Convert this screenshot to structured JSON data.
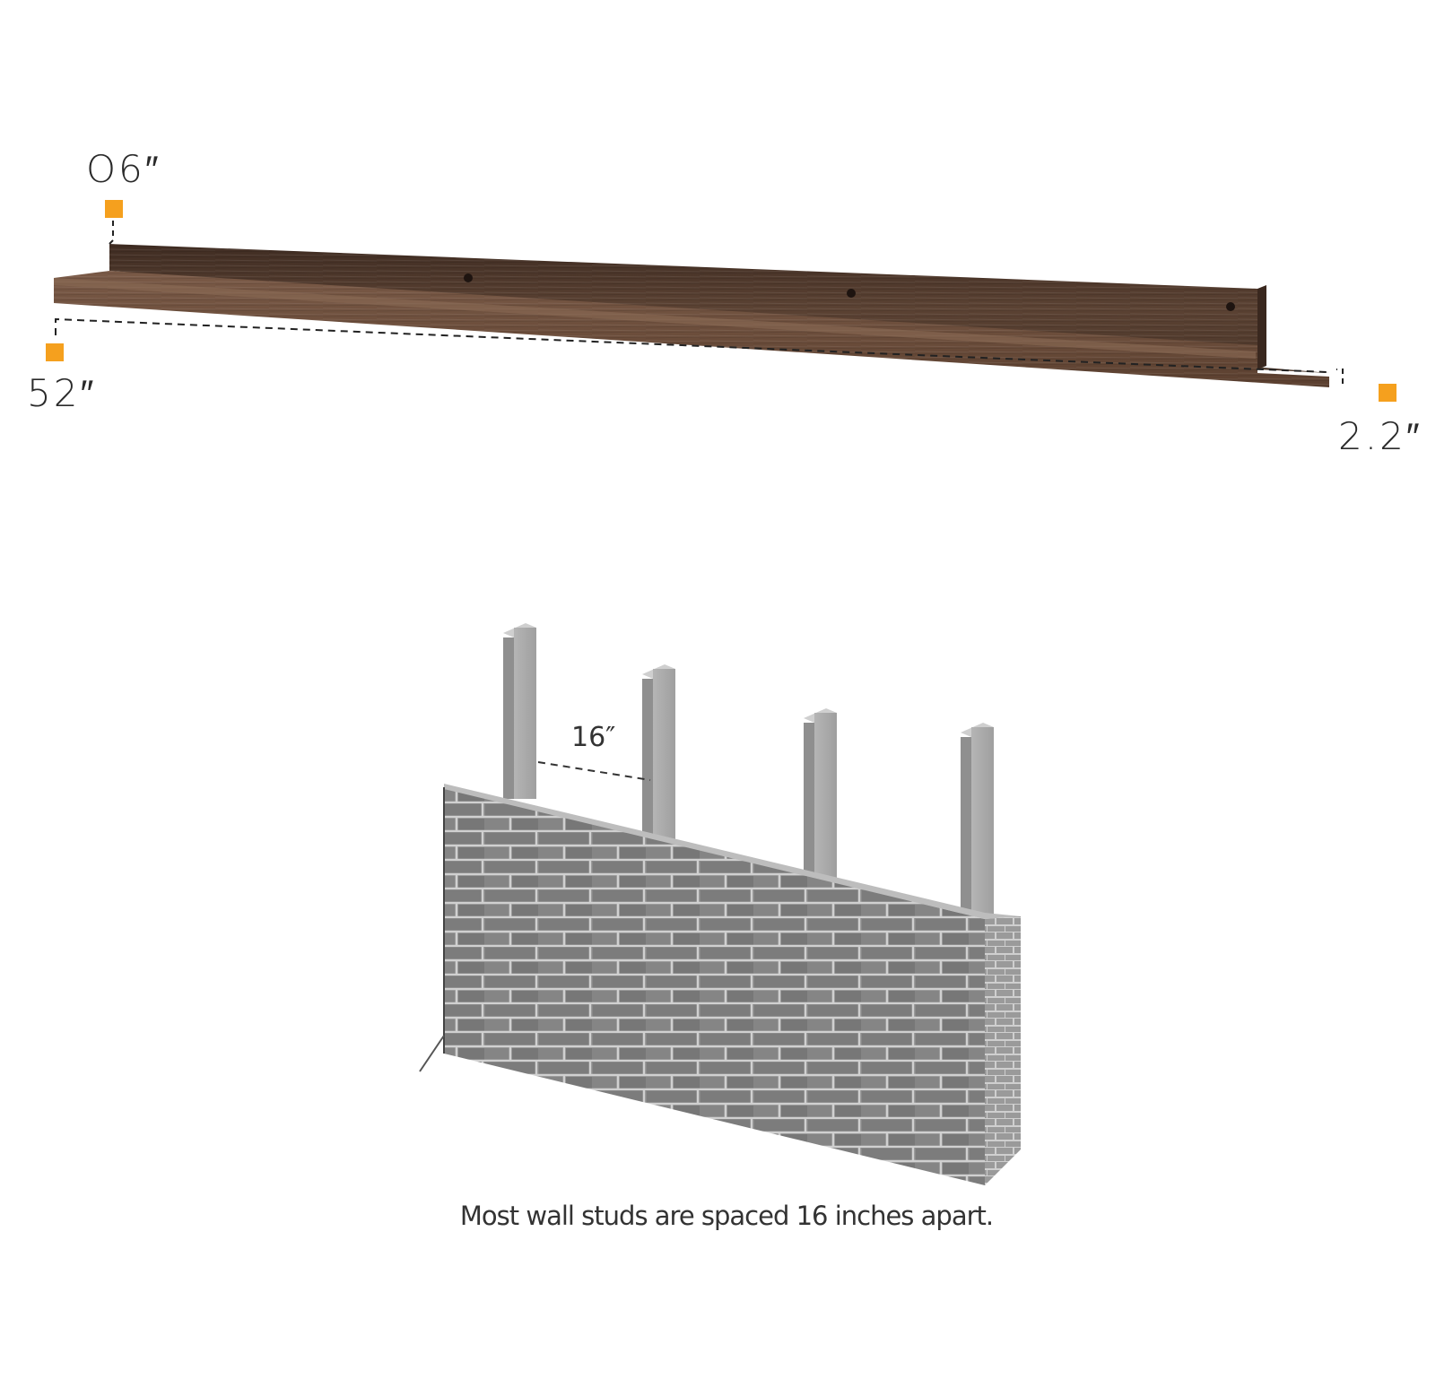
{
  "dimensions": {
    "thickness": "O6″",
    "length": "52″",
    "depth": "2.2″"
  },
  "stud_spacing_label": "16″",
  "caption": "Most wall studs are spaced 16 inches apart.",
  "colors": {
    "marker": "#F5A01E",
    "wood_dark": "#4a3428",
    "wood_mid": "#6b4d3c",
    "brick": "#8a8a8a",
    "stud": "#a9a9a9"
  }
}
